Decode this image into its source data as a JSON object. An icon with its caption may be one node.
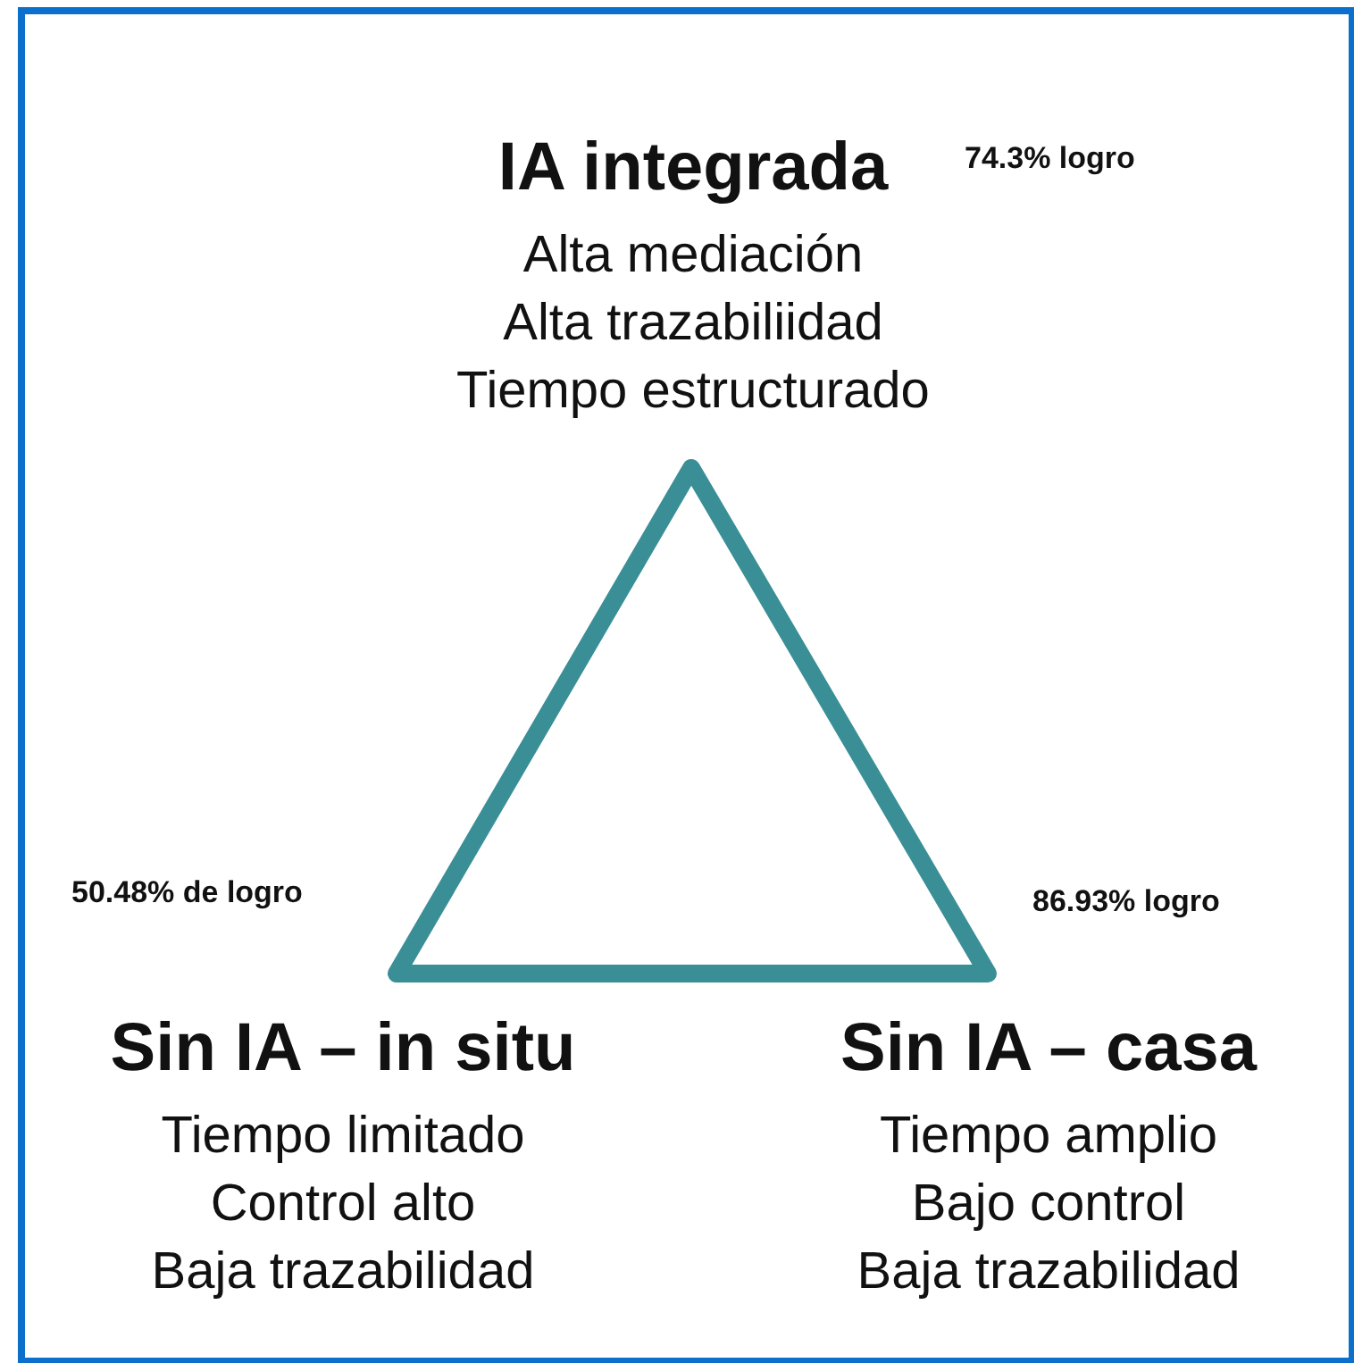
{
  "diagram": {
    "nodes": [
      {
        "text": [
          "IA integrada",
          "Alta mediación",
          "Alta trazabiliidad",
          "Tiempo estructurado"
        ],
        "beside": [
          "74.3% logro"
        ]
      },
      {
        "text": [
          "Sin IA – in situ",
          "Tiempo limitado",
          "Control alto",
          "Baja trazabilidad"
        ],
        "beside": [
          "50.48% de logro"
        ]
      },
      {
        "text": [
          "Sin IA – casa",
          "Tiempo amplio",
          "Bajo control",
          "Baja trazabilidad"
        ],
        "beside": [
          "86.93% logro"
        ]
      }
    ]
  }
}
